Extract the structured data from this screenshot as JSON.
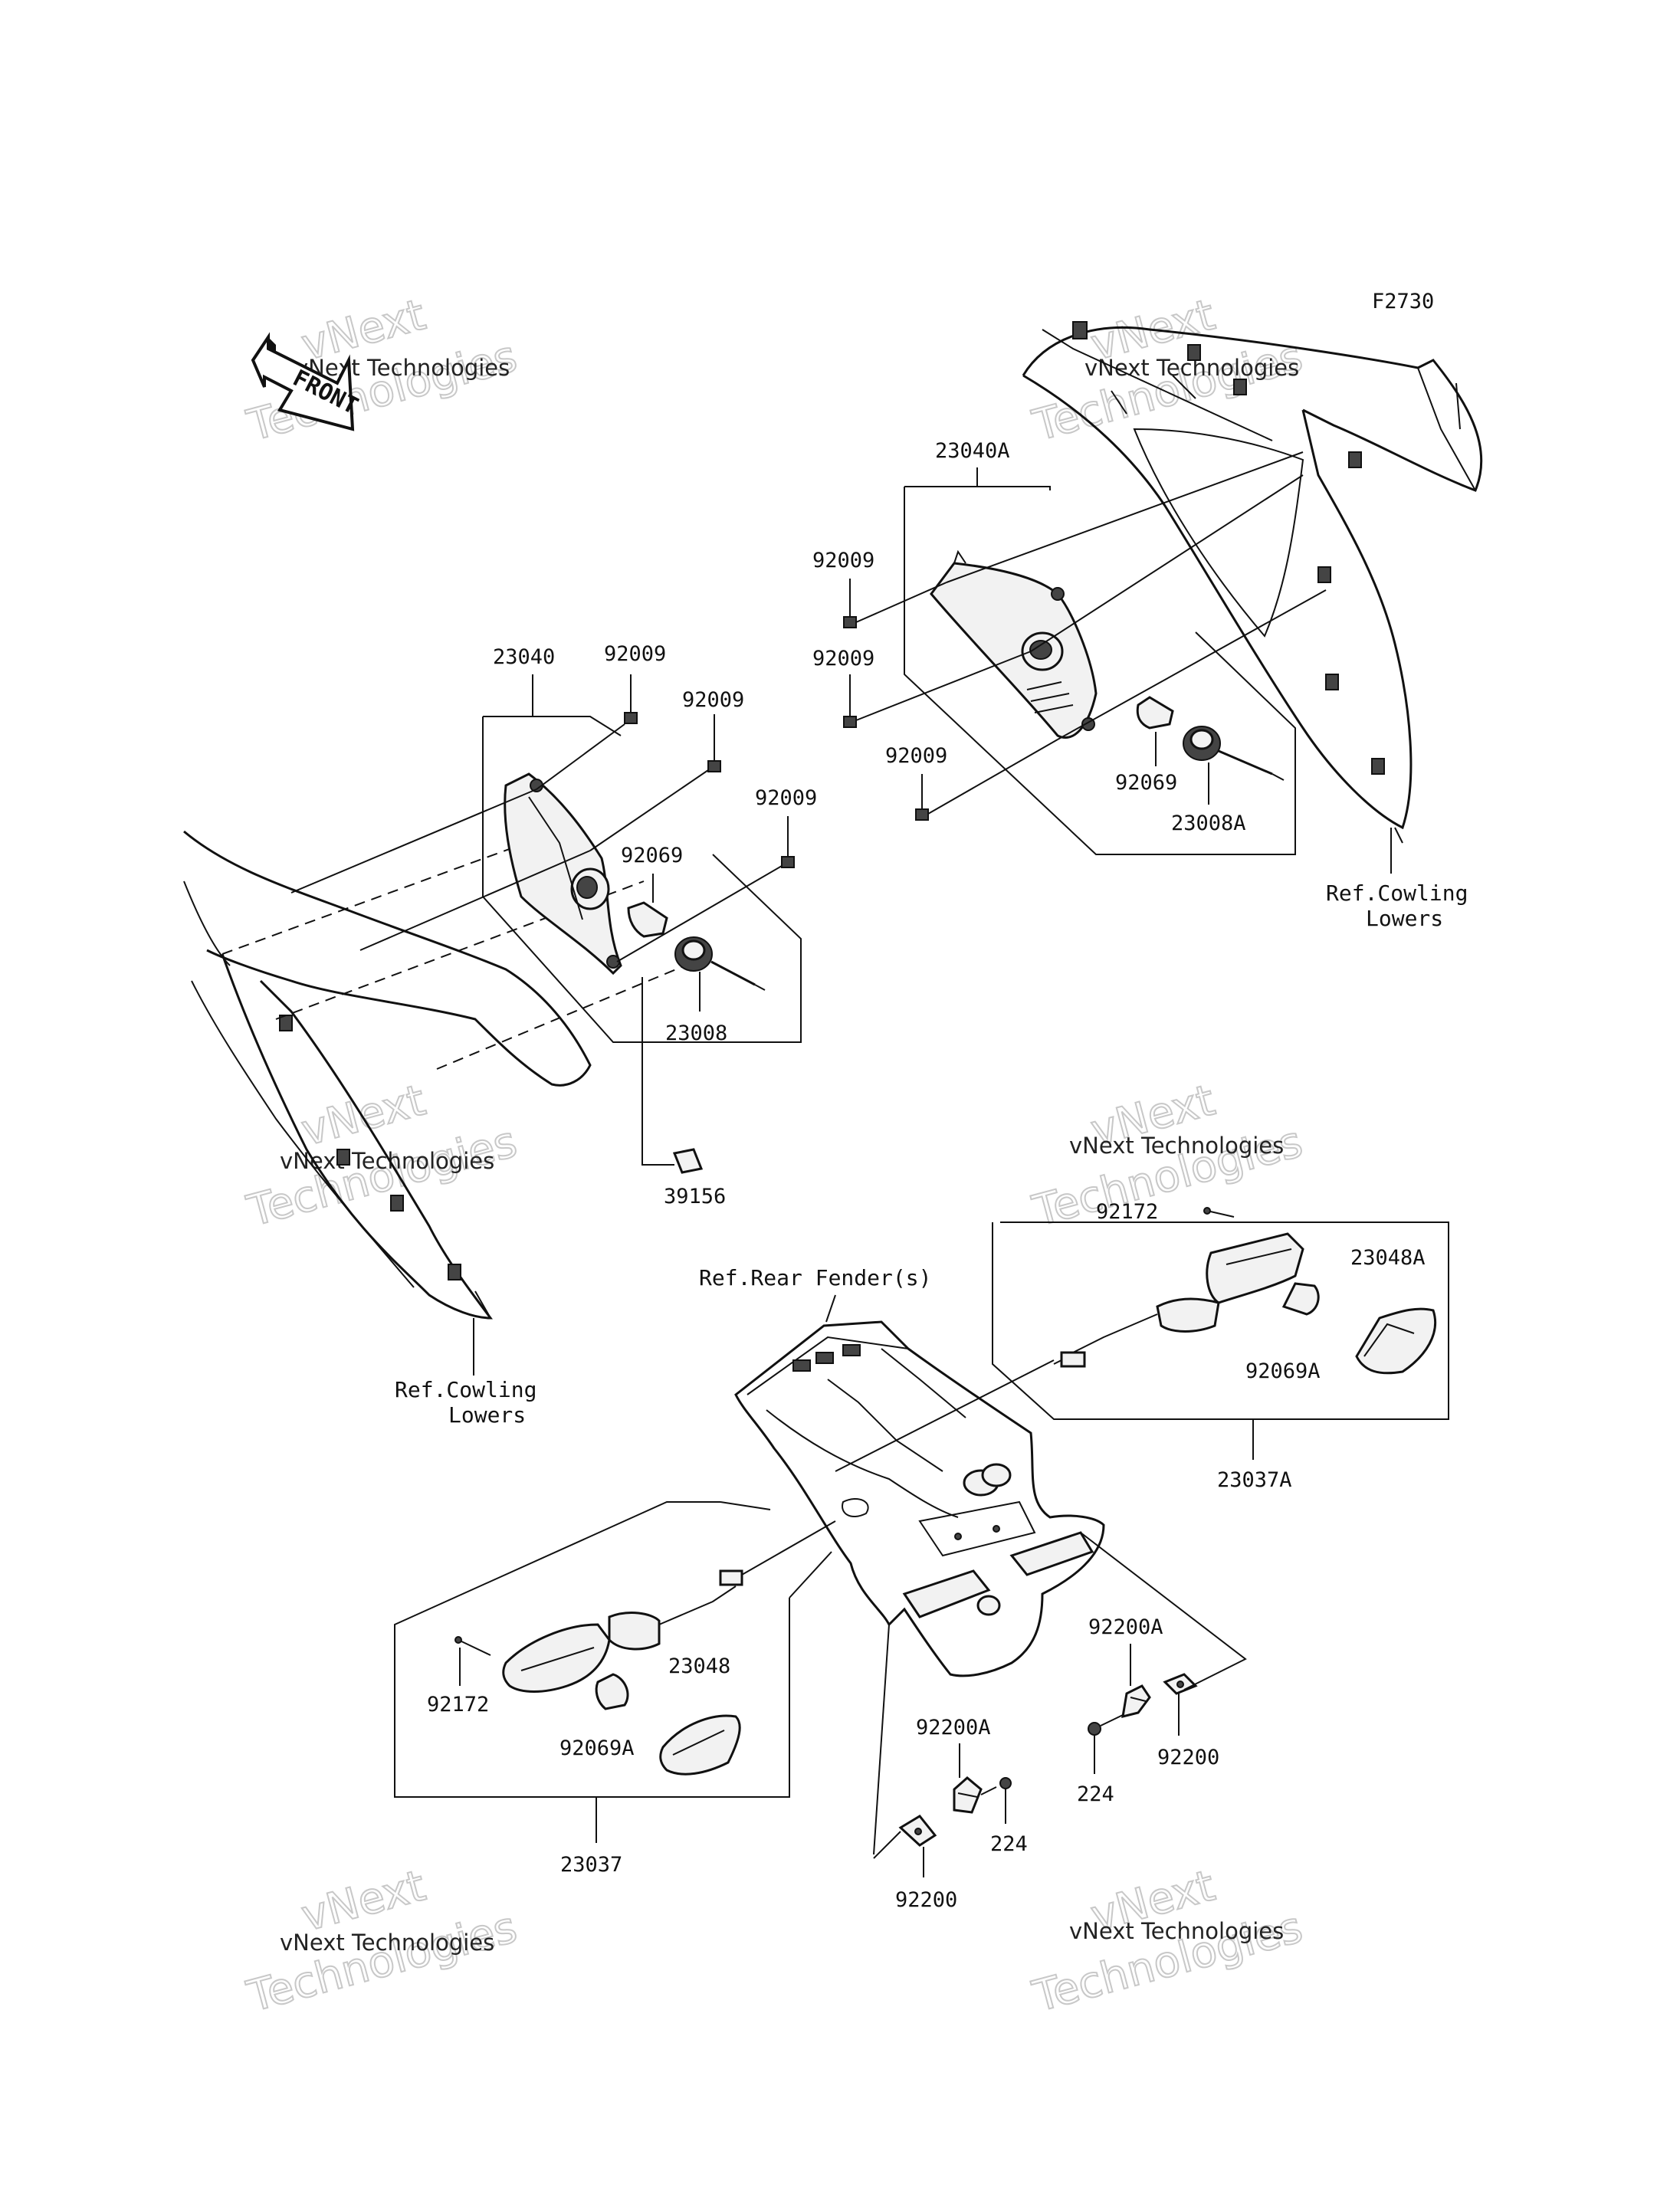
{
  "figure_code": "F2730",
  "front_arrow": {
    "text": "FRONT",
    "icon": "front-direction-arrow-icon"
  },
  "watermark": {
    "line1": "vNext Technologies",
    "line2": "vNext",
    "line3": "Technologies"
  },
  "parts": {
    "p23040A": "23040A",
    "p92009_ra": "92009",
    "p92009_rb": "92009",
    "p92009_rc": "92009",
    "p92069_r": "92069",
    "p23008A": "23008A",
    "ref_cowling_r_1": "Ref.Cowling",
    "ref_cowling_r_2": "Lowers",
    "p23040": "23040",
    "p92009_la": "92009",
    "p92009_lb": "92009",
    "p92009_lc": "92009",
    "p92069_l": "92069",
    "p23008": "23008",
    "p39156": "39156",
    "ref_cowling_l_1": "Ref.Cowling",
    "ref_cowling_l_2": "Lowers",
    "ref_rear_fender": "Ref.Rear Fender(s)",
    "p92172_r": "92172",
    "p23048A": "23048A",
    "p92069A_r": "92069A",
    "p23037A": "23037A",
    "p92172_l": "92172",
    "p92069A_l": "92069A",
    "p23048": "23048",
    "p23037": "23037",
    "p92200A_r": "92200A",
    "p92200_r": "92200",
    "p224_r": "224",
    "p92200A_l": "92200A",
    "p224_l": "224",
    "p92200_l": "92200"
  }
}
